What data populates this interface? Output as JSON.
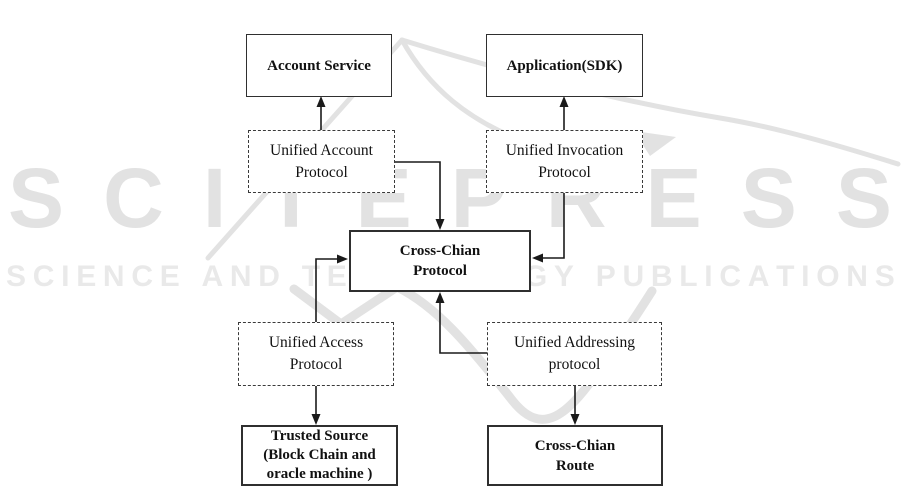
{
  "watermark": {
    "brand": "SCITEPRESS",
    "tagline": "SCIENCE AND TECHNOLOGY PUBLICATIONS",
    "brand_color": "#e2e2e2",
    "tagline_color": "#e9e9e9",
    "swoosh_color": "#e2e2e2"
  },
  "figure": {
    "nodes": {
      "account_service": {
        "line1": "Account Service"
      },
      "application_sdk": {
        "line1": "Application(SDK)"
      },
      "unified_account": {
        "line1": "Unified Account",
        "line2": "Protocol"
      },
      "unified_invocation": {
        "line1": "Unified Invocation",
        "line2": "Protocol"
      },
      "cross_chain_protocol": {
        "line1": "Cross-Chian",
        "line2": "Protocol"
      },
      "unified_access": {
        "line1": "Unified Access",
        "line2": "Protocol"
      },
      "unified_addressing": {
        "line1": "Unified Addressing",
        "line2": "protocol"
      },
      "trusted_source": {
        "line1": "Trusted Source",
        "line2": "(Block Chain and",
        "line3": "oracle machine )"
      },
      "cross_chain_route": {
        "line1": "Cross-Chian",
        "line2": "Route"
      }
    },
    "line_color": "#1a1a1a"
  }
}
